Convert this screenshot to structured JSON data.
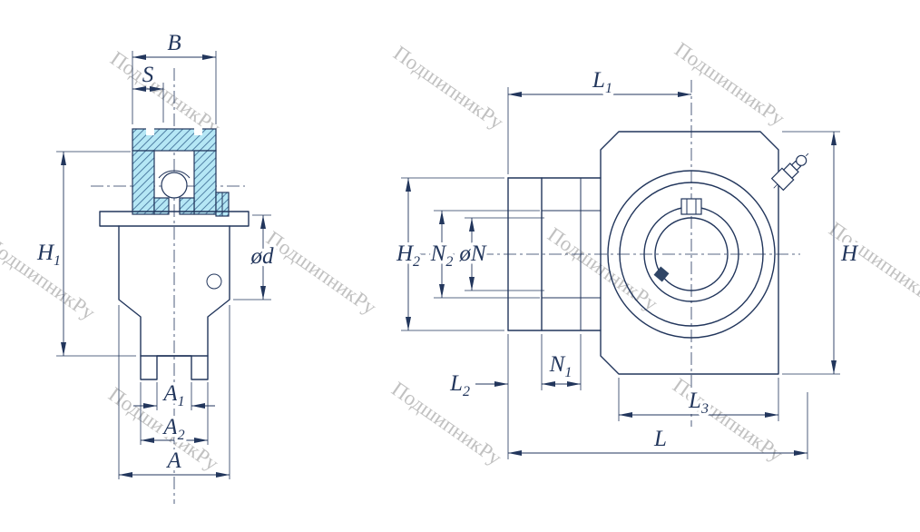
{
  "watermark": {
    "text": "ПодшипникРу"
  },
  "colors": {
    "line": "#22365c",
    "fill": "#b5e7f5",
    "watermark": "#8f8f8f"
  },
  "left_view": {
    "dims": {
      "B": {
        "main": "B"
      },
      "S": {
        "main": "S"
      },
      "H1": {
        "main": "H",
        "sub": "1"
      },
      "od": {
        "main": "ød"
      },
      "A1": {
        "main": "A",
        "sub": "1"
      },
      "A2": {
        "main": "A",
        "sub": "2"
      },
      "A": {
        "main": "A"
      }
    }
  },
  "right_view": {
    "dims": {
      "L1": {
        "main": "L",
        "sub": "1"
      },
      "H2": {
        "main": "H",
        "sub": "2"
      },
      "N2": {
        "main": "N",
        "sub": "2"
      },
      "oN": {
        "main": "øN"
      },
      "H": {
        "main": "H"
      },
      "L2": {
        "main": "L",
        "sub": "2"
      },
      "N1": {
        "main": "N",
        "sub": "1"
      },
      "L3": {
        "main": "L",
        "sub": "3"
      },
      "L": {
        "main": "L"
      }
    }
  }
}
